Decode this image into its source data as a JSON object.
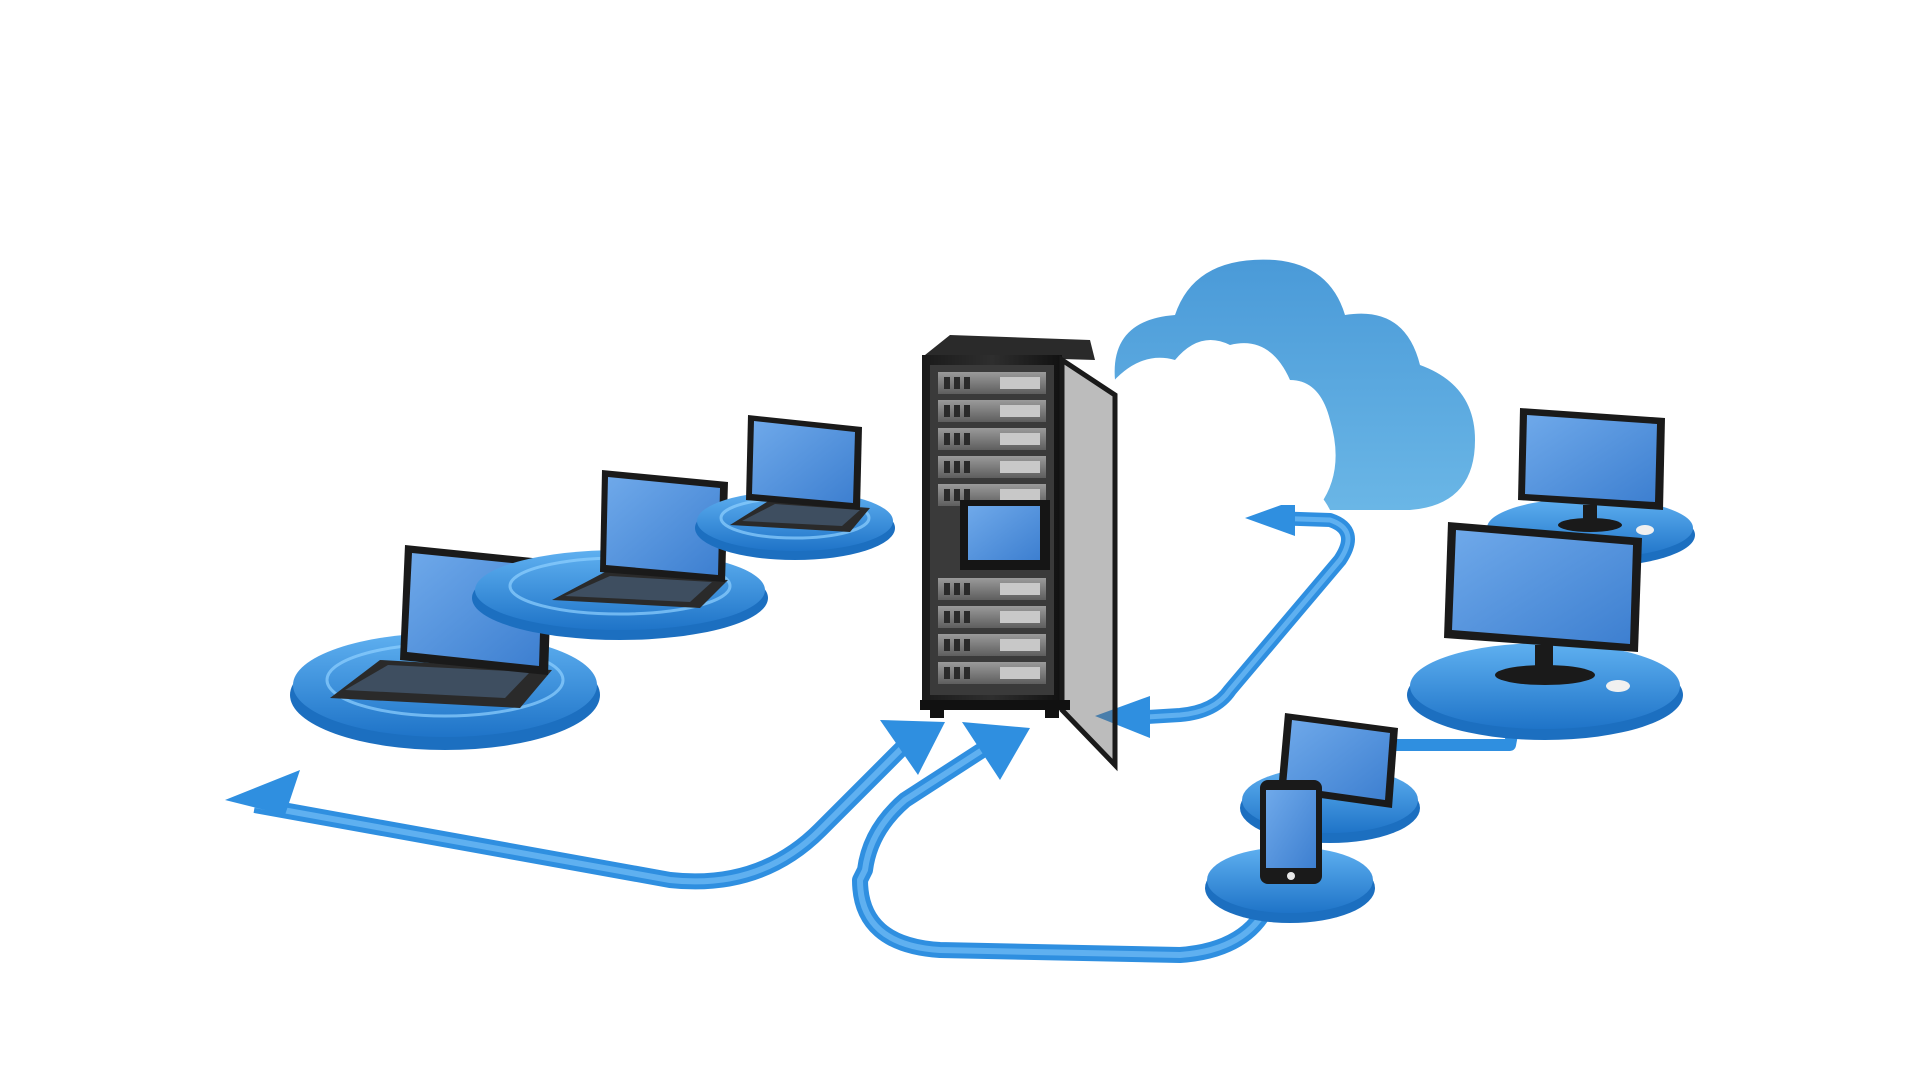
{
  "diagram": {
    "nodes": [
      {
        "kind": "laptop",
        "icon": "laptop-icon"
      },
      {
        "kind": "laptop",
        "icon": "laptop-icon"
      },
      {
        "kind": "laptop",
        "icon": "laptop-icon"
      },
      {
        "kind": "server-rack",
        "icon": "server-rack-icon"
      },
      {
        "kind": "cloud",
        "icon": "cloud-icon"
      },
      {
        "kind": "desktop-monitor",
        "icon": "monitor-icon"
      },
      {
        "kind": "desktop-monitor",
        "icon": "monitor-icon"
      },
      {
        "kind": "tablet",
        "icon": "tablet-icon"
      },
      {
        "kind": "smartphone",
        "icon": "smartphone-icon"
      }
    ],
    "connections": [
      {
        "from": "laptops",
        "to": "server-rack"
      },
      {
        "from": "smartphone",
        "to": "server-rack"
      },
      {
        "from": "server-rack",
        "to": "cloud"
      },
      {
        "from": "desktop-monitor",
        "to": "tablet"
      }
    ]
  },
  "colors": {
    "background": "#ffffff",
    "accent_blue": "#2f8fe0",
    "accent_blue_dark": "#1c6fc0",
    "accent_blue_light": "#5fb0f0",
    "cloud_blue": "#4fa0d8",
    "screen_blue": "#5a9ae0",
    "rack_dark": "#1a1a1a",
    "rack_gray": "#7a7a7a"
  }
}
